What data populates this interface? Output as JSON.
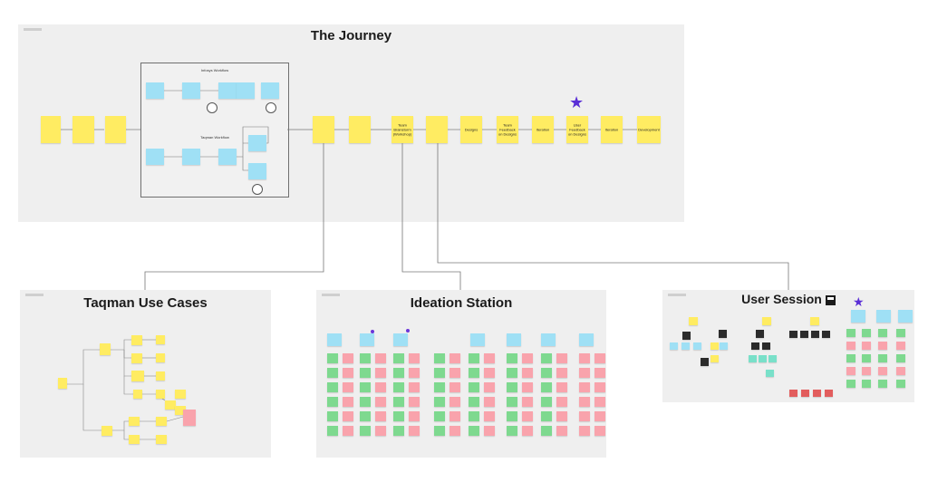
{
  "journey": {
    "title": "The Journey",
    "infosys_workflow_label": "Infosys Workflow",
    "taqman_workflow_label": "Taqman Workflow",
    "milestones": [
      "Team Brainstorm (Workshop)",
      "Designs",
      "Team Feedback on Designs",
      "Iteration",
      "User Feedback on Designs",
      "Iteration",
      "Development"
    ]
  },
  "taqman": {
    "title": "Taqman Use Cases"
  },
  "ideation": {
    "title": "Ideation Station"
  },
  "user_session": {
    "title": "User Session"
  },
  "colors": {
    "sticky_yellow": "#ffec62",
    "sticky_blue": "#9fe0f5",
    "sticky_green": "#7ed98f",
    "sticky_pink": "#f9a3ac",
    "sticky_dark": "#2b2b2b",
    "sticky_red": "#e25d5d",
    "star_purple": "#5a2fd6"
  }
}
